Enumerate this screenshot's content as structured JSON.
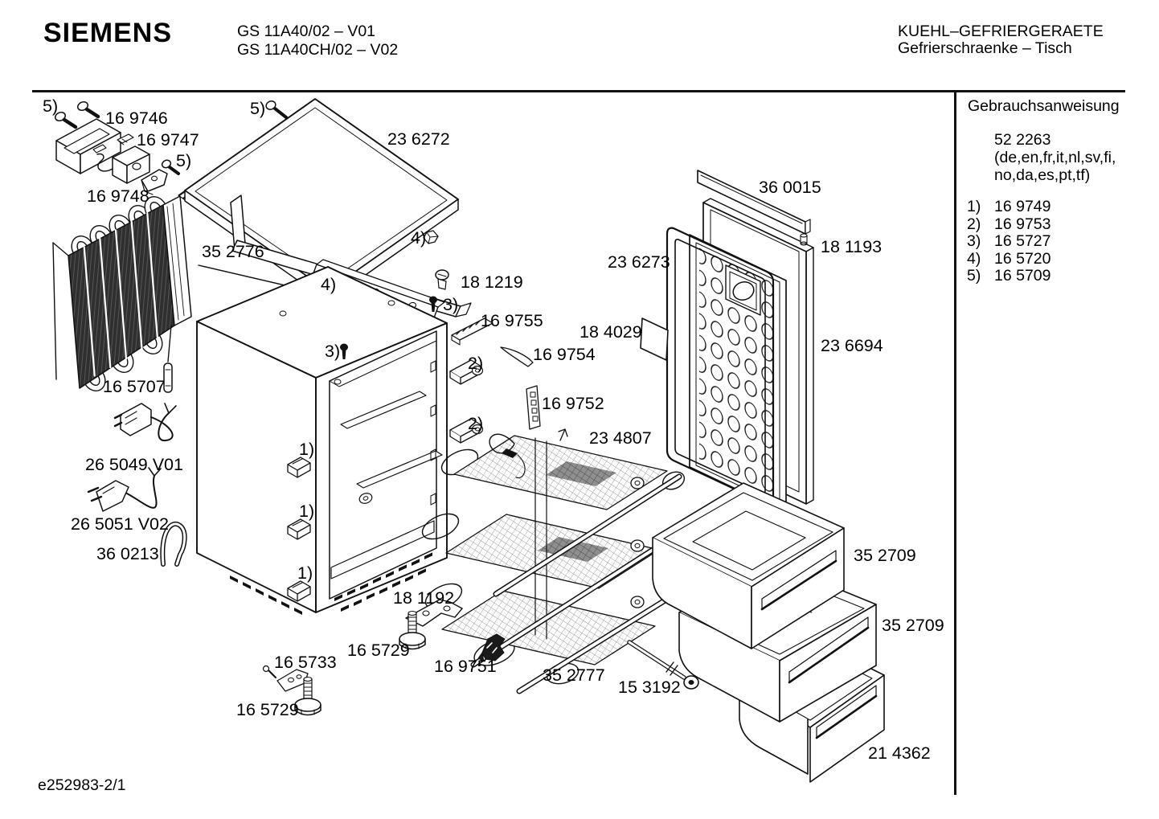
{
  "header": {
    "brand": "SIEMENS",
    "model_line1": "GS 11A40/02 – V01",
    "model_line2": "GS 11A40CH/02 – V02",
    "category_line1": "KUEHL–GEFRIERGERAETE",
    "category_line2": "Gefrierschraenke – Tisch"
  },
  "info_panel": {
    "title": "Gebrauchsanweisung",
    "document_number": "52 2263",
    "languages_line1": "(de,en,fr,it,nl,sv,fi,",
    "languages_line2": "no,da,es,pt,tf)",
    "legend": [
      {
        "key": "1)",
        "part": "16 9749"
      },
      {
        "key": "2)",
        "part": "16 9753"
      },
      {
        "key": "3)",
        "part": "16 5727"
      },
      {
        "key": "4)",
        "part": "16 5720"
      },
      {
        "key": "5)",
        "part": "16 5709"
      }
    ]
  },
  "footer": {
    "drawing_number": "e252983-2/1"
  },
  "diagram": {
    "labels": [
      {
        "t": "5)"
      },
      {
        "t": "16 9746"
      },
      {
        "t": "16 9747"
      },
      {
        "t": "5)"
      },
      {
        "t": "16 9748"
      },
      {
        "t": "5)"
      },
      {
        "t": "23 6272"
      },
      {
        "t": "35 2776"
      },
      {
        "t": "4)"
      },
      {
        "t": "4)"
      },
      {
        "t": "18 1219"
      },
      {
        "t": "3)"
      },
      {
        "t": "16 9755"
      },
      {
        "t": "3)"
      },
      {
        "t": "16 9754"
      },
      {
        "t": "2)"
      },
      {
        "t": "16 9752"
      },
      {
        "t": "2)"
      },
      {
        "t": "23 4807"
      },
      {
        "t": "18 4029"
      },
      {
        "t": "36 0015"
      },
      {
        "t": "18 1193"
      },
      {
        "t": "23 6273"
      },
      {
        "t": "23 6694"
      },
      {
        "t": "16 5707"
      },
      {
        "t": "26 5049 V01"
      },
      {
        "t": "26 5051 V02"
      },
      {
        "t": "36 0213"
      },
      {
        "t": "1)"
      },
      {
        "t": "1)"
      },
      {
        "t": "1)"
      },
      {
        "t": "18 1192"
      },
      {
        "t": "16 5729"
      },
      {
        "t": "16 5733"
      },
      {
        "t": "16 5729"
      },
      {
        "t": "16 9751"
      },
      {
        "t": "35 2777"
      },
      {
        "t": "15 3192"
      },
      {
        "t": "35 2709"
      },
      {
        "t": "35 2709"
      },
      {
        "t": "21 4362"
      }
    ]
  }
}
